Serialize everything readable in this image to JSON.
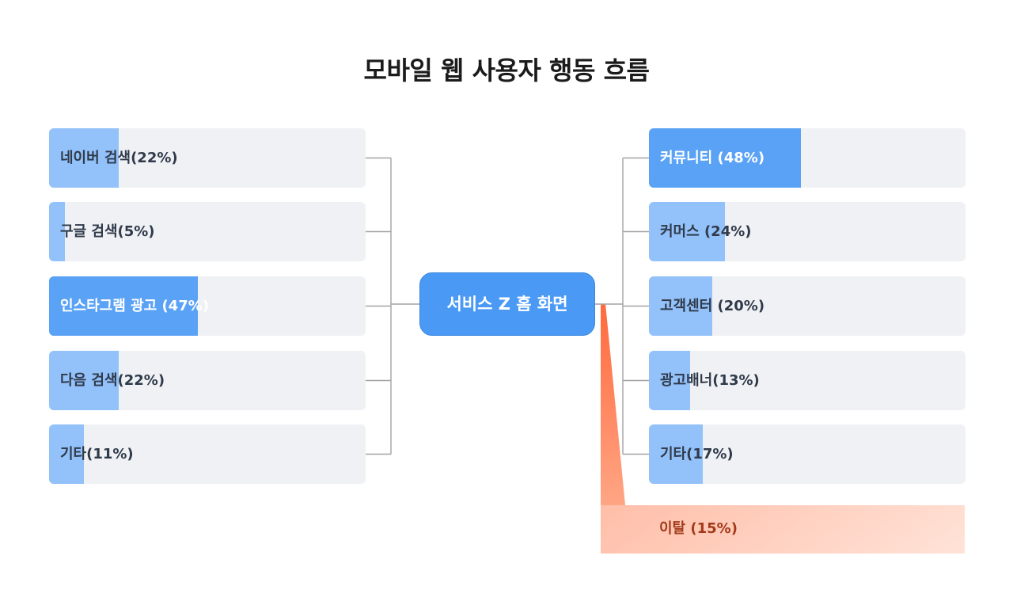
{
  "title": "모바일 웹 사용자 행동 흐름",
  "hub": {
    "label": "서비스 Z 홈 화면"
  },
  "sources": [
    {
      "label": "네이버 검색(22%)",
      "share": 22
    },
    {
      "label": "구글 검색(5%)",
      "share": 5
    },
    {
      "label": "인스타그램 광고 (47%)",
      "share": 47
    },
    {
      "label": "다음 검색(22%)",
      "share": 22
    },
    {
      "label": "기타(11%)",
      "share": 11
    }
  ],
  "destinations": [
    {
      "label": "커뮤니티 (48%)",
      "share": 48
    },
    {
      "label": "커머스 (24%)",
      "share": 24
    },
    {
      "label": "고객센터 (20%)",
      "share": 20
    },
    {
      "label": "광고배너(13%)",
      "share": 13
    },
    {
      "label": "기타(17%)",
      "share": 17
    }
  ],
  "churn": {
    "label": "이탈 (15%)",
    "share": 15
  },
  "colors": {
    "track": "#f0f1f4",
    "fill_light": "#93c1fa",
    "fill_strong": "#5aa2f5",
    "hub": "#4a9af5",
    "connector": "#a3a3a3",
    "churn_top": "#ff6a3d",
    "churn_bottom": "#ffe1d6"
  }
}
